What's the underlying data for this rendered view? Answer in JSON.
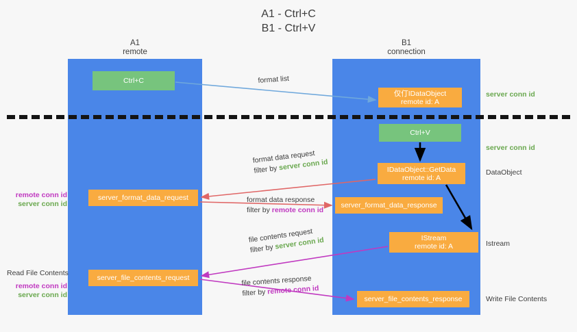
{
  "title": {
    "line1": "A1 - Ctrl+C",
    "line2": "B1 - Ctrl+V"
  },
  "lanes": [
    {
      "id": "a1",
      "name": "A1",
      "sub": "remote",
      "color": "#4a86e8"
    },
    {
      "id": "b1",
      "name": "B1",
      "sub": "connection",
      "color": "#4a86e8"
    }
  ],
  "colors": {
    "lane": "#4a86e8",
    "orange_box": "#f9ab40",
    "green_box": "#77c47d",
    "server_conn_id": "#6aa84f",
    "remote_conn_id": "#c039c0",
    "arrow_blue": "#6fa8dc",
    "arrow_red": "#e06666",
    "arrow_magenta": "#c039c0",
    "arrow_black": "#000000",
    "divider": "#141414",
    "background": "#f7f7f7",
    "text": "#3c3c3c"
  },
  "boxes": {
    "ctrl_c": {
      "line1": "Ctrl+C"
    },
    "ctrl_v": {
      "line1": "Ctrl+V"
    },
    "idataobject": {
      "line1": "仅仃IDataObject",
      "line2": "remote id: A"
    },
    "getdata": {
      "line1": "IDataObject::GetData",
      "line2": "remote id: A"
    },
    "istream": {
      "line1": "IStream",
      "line2": "remote id: A"
    },
    "server_format_data_request": {
      "line1": "server_format_data_request"
    },
    "server_format_data_response": {
      "line1": "server_format_data_response"
    },
    "server_file_contents_request": {
      "line1": "server_file_contents_request"
    },
    "server_file_contents_response": {
      "line1": "server_file_contents_response"
    }
  },
  "flow_labels": {
    "format_list": {
      "main": "format list"
    },
    "format_data_request": {
      "main": "format data request",
      "filter_prefix": "filter by ",
      "filter_value": "server conn id"
    },
    "format_data_response": {
      "main": "format data response",
      "filter_prefix": "filter by ",
      "filter_value": "remote conn id"
    },
    "file_contents_request": {
      "main": "file contents request",
      "filter_prefix": "filter by ",
      "filter_value": "server conn id"
    },
    "file_contents_response": {
      "main": "file contents response",
      "filter_prefix": "filter by ",
      "filter_value": "remote conn id"
    }
  },
  "right_annotations": {
    "server_conn_id_top": "server conn id",
    "server_conn_id_mid": "server conn id",
    "dataobject": "DataObject",
    "istream": "Istream",
    "write_file_contents": "Write File Contents"
  },
  "left_annotations": {
    "remote_conn_id_1": "remote conn id",
    "server_conn_id_1": "server conn id",
    "read_file_contents": "Read File Contents",
    "remote_conn_id_2": "remote conn id",
    "server_conn_id_2": "server conn id"
  }
}
